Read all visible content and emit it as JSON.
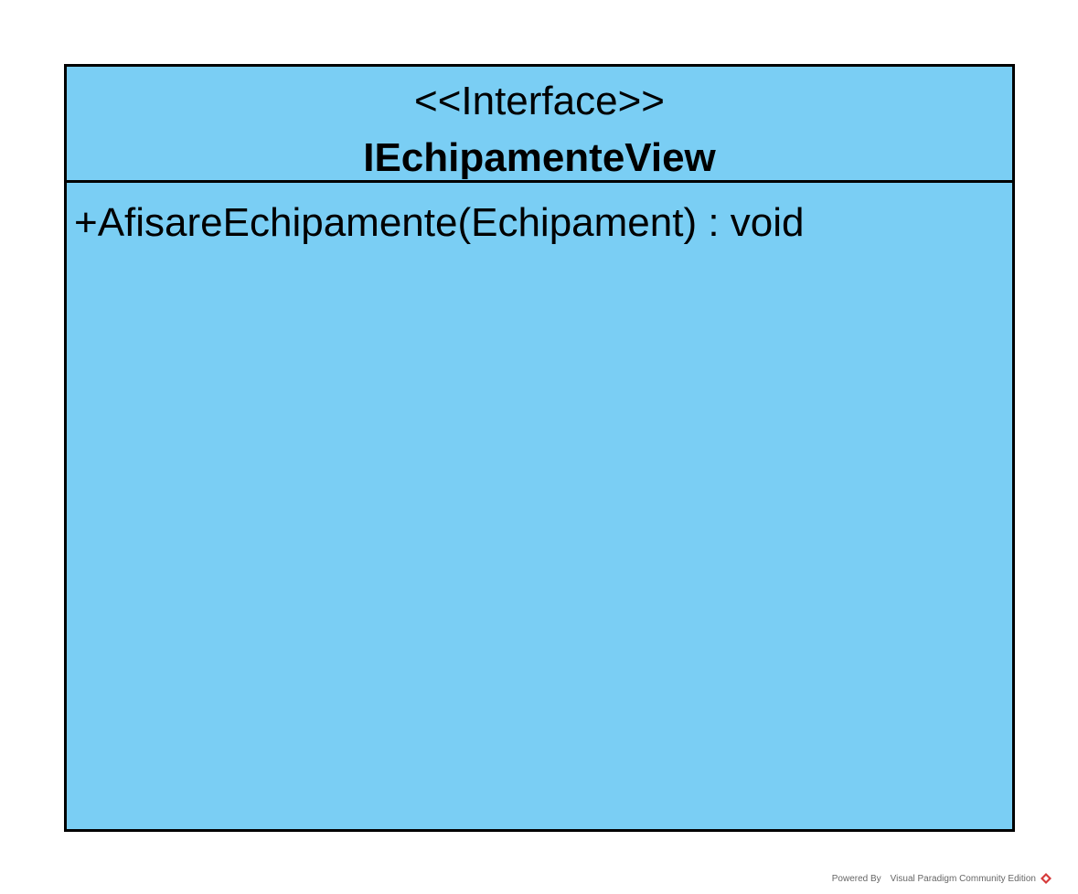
{
  "diagram": {
    "fill_color": "#7ACEF4",
    "border_color": "#000000",
    "class": {
      "stereotype": "<<Interface>>",
      "name": "IEchipamenteView",
      "operations": [
        "+AfisareEchipamente(Echipament) : void"
      ]
    }
  },
  "footer": {
    "text": "Powered By Visual Paradigm Community Edition",
    "icon": "visual-paradigm-logo-icon",
    "icon_color": "#D63A3A"
  }
}
